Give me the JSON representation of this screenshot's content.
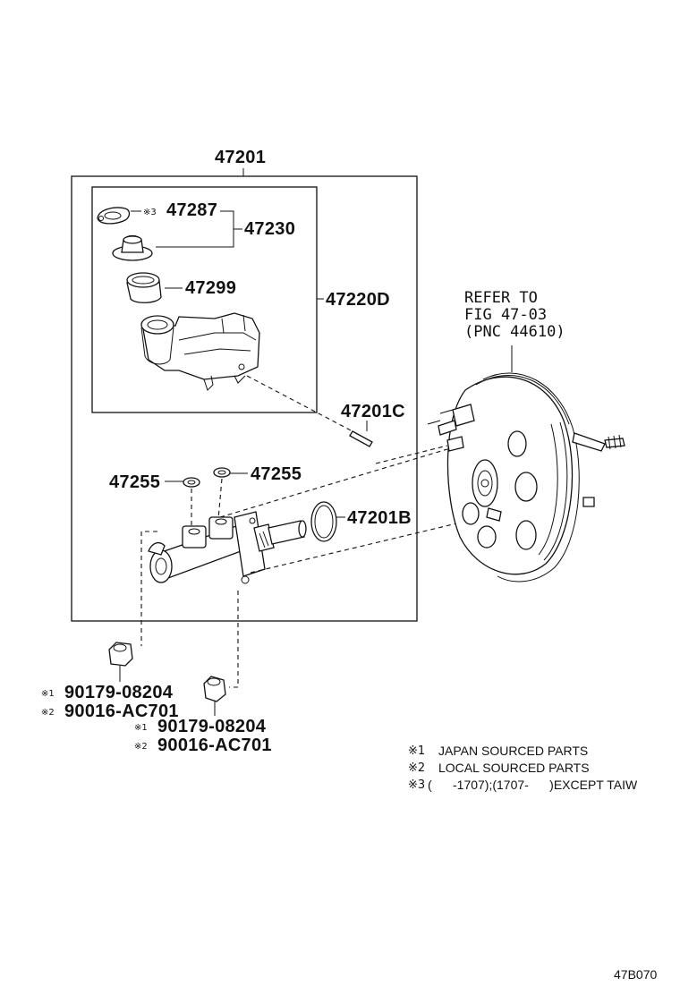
{
  "diagram": {
    "assembly_label": "47201",
    "reservoir_box_label": "47220D",
    "parts": {
      "p47287": {
        "mark": "※3",
        "number": "47287"
      },
      "p47230": {
        "number": "47230"
      },
      "p47299": {
        "number": "47299"
      },
      "p47201C": {
        "number": "47201C"
      },
      "p47255_left": {
        "number": "47255"
      },
      "p47255_right": {
        "number": "47255"
      },
      "p47201B": {
        "number": "47201B"
      }
    },
    "refer": {
      "line1": "REFER TO",
      "line2": "FIG 47-03",
      "line3": "(PNC 44610)"
    },
    "bolts": [
      {
        "mark1": "※1",
        "num1": "90179-08204",
        "mark2": "※2",
        "num2": "90016-AC701"
      },
      {
        "mark1": "※1",
        "num1": "90179-08204",
        "mark2": "※2",
        "num2": "90016-AC701"
      }
    ],
    "legend": [
      {
        "mark": "※1",
        "text": "JAPAN SOURCED PARTS"
      },
      {
        "mark": "※2",
        "text": "LOCAL SOURCED PARTS"
      },
      {
        "mark": "※3",
        "text": "(      -1707);(1707-      )EXCEPT TAIW"
      }
    ],
    "figure_code": "47B070"
  }
}
